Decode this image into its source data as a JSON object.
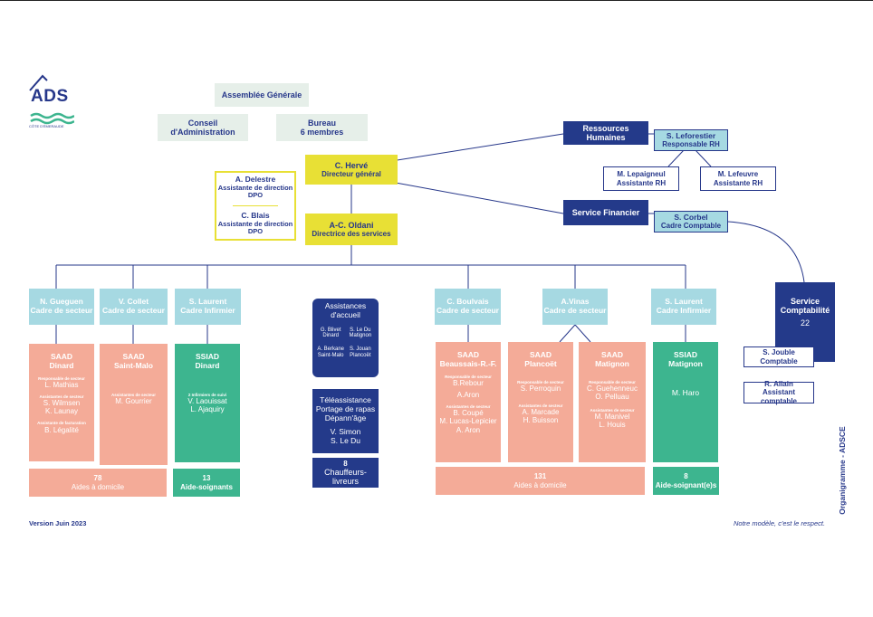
{
  "logo": {
    "name": "ADS",
    "tagline": "CÔTE D'ÉMERAUDE"
  },
  "assemblee": "Assemblée Générale",
  "conseil": [
    "Conseil",
    "d'Administration"
  ],
  "bureau": [
    "Bureau",
    "6 membres"
  ],
  "director": {
    "name": "C. Hervé",
    "role": "Directeur général"
  },
  "assistants": [
    {
      "name": "A. Delestre",
      "role": "Assistante de direction",
      "extra": "DPO"
    },
    {
      "name": "C. Blais",
      "role": "Assistante de direction",
      "extra": "DPO"
    }
  ],
  "deputy": {
    "name": "A-C. Oldani",
    "role": "Directrice des services"
  },
  "rh": {
    "label": "Ressources Humaines",
    "head_name": "S. Leforestier",
    "head_role": "Responsable RH",
    "assistants": [
      {
        "name": "M. Lepaigneul",
        "role": "Assistante RH"
      },
      {
        "name": "M. Lefeuvre",
        "role": "Assistante RH"
      }
    ]
  },
  "finance": {
    "label": "Service Financier",
    "head_name": "S. Corbel",
    "head_role": "Cadre Comptable"
  },
  "compta": {
    "label_1": "Service",
    "label_2": "Comptabilité",
    "count": "22",
    "members": [
      {
        "name": "S. Jouble",
        "role": "Comptable"
      },
      {
        "name": "R. Allain",
        "role": "Assistant comptable"
      }
    ]
  },
  "managers": [
    {
      "name": "N. Gueguen",
      "role": "Cadre de secteur"
    },
    {
      "name": "V. Collet",
      "role": "Cadre de secteur"
    },
    {
      "name": "S. Laurent",
      "role": "Cadre Infirmier"
    },
    {
      "name": "C. Boulvais",
      "role": "Cadre de secteur"
    },
    {
      "name": "A.Vinas",
      "role": "Cadre de secteur"
    },
    {
      "name": "S. Laurent",
      "role": "Cadre Infirmier"
    }
  ],
  "units": {
    "dinard": {
      "title_1": "SAAD",
      "title_2": "Dinard",
      "g1": "Responsable de secteur",
      "n1": "L. Mathias",
      "g2": "Assistantes de secteur",
      "n2a": "S. Wilmsen",
      "n2b": "K. Launay",
      "g3": "Assistante de facturation",
      "n3": "B. Légalité"
    },
    "saintmalo": {
      "title_1": "SAAD",
      "title_2": "Saint-Malo",
      "g1": "Assistantes de secteur",
      "n1": "M. Gourrier"
    },
    "ssiad_dinard": {
      "title_1": "SSIAD",
      "title_2": "Dinard",
      "g1": "2 Infirmiers de suivi",
      "n1": "V. Laouissat",
      "n2": "L. Ajaquiry"
    },
    "beaussais": {
      "title_1": "SAAD",
      "title_2": "Beaussais-R.-F.",
      "g1": "Responsable de secteur",
      "n1a": "B.Rebour",
      "n1b": "A.Aron",
      "g2": "Assistantes de secteur",
      "n2a": "B. Coupé",
      "n2b": "M. Lucas-Lepicier",
      "n2c": "A. Aron"
    },
    "plancoet": {
      "title_1": "SAAD",
      "title_2": "Plancoët",
      "g1": "Responsable de secteur",
      "n1": "S. Perroquin",
      "g2": "Assistantes de secteur",
      "n2a": "A. Marcade",
      "n2b": "H. Buisson"
    },
    "matignon": {
      "title_1": "SAAD",
      "title_2": "Matignon",
      "g1": "Responsable de secteur",
      "n1a": "C. Guehenneuc",
      "n1b": "O. Pelluau",
      "g2": "Assistantes de secteur",
      "n2a": "M. Manivel",
      "n2b": "L. Houis"
    },
    "ssiad_matignon": {
      "title_1": "SSIAD",
      "title_2": "Matignon",
      "n1": "M. Haro"
    }
  },
  "accueil": {
    "title_1": "Assistances",
    "title_2": "d'accueil",
    "p1a": "G. Blivet",
    "p1b": "Dinard",
    "p2a": "S. Le Du",
    "p2b": "Matignon",
    "p3a": "A. Berkane",
    "p3b": "Saint-Malo",
    "p4a": "S. Jouan",
    "p4b": "Plancoët"
  },
  "tele": {
    "l1": "Téléassistance",
    "l2": "Portage de rapas",
    "l3": "Dépann'âge",
    "n1": "V. Simon",
    "n2": "S. Le Du"
  },
  "chauffeurs": {
    "count": "8",
    "label": "Chauffeurs-livreurs"
  },
  "footers": [
    {
      "count": "78",
      "label": "Aides à domicile"
    },
    {
      "count": "13",
      "label": "Aide-soignants"
    },
    {
      "count": "131",
      "label": "Aides à domicile"
    },
    {
      "count": "8",
      "label": "Aide-soignant(e)s"
    }
  ],
  "version": "Version Juin 2023",
  "slogan": "Notre modèle, c'est le respect.",
  "vertical": "Organigramme - ADSCE",
  "colors": {
    "navy": "#243a8a",
    "yellow": "#e8e035",
    "mint": "#e6efe9",
    "lightblue": "#a6d9e2",
    "salmon": "#f4ab98",
    "green": "#3db58f"
  }
}
